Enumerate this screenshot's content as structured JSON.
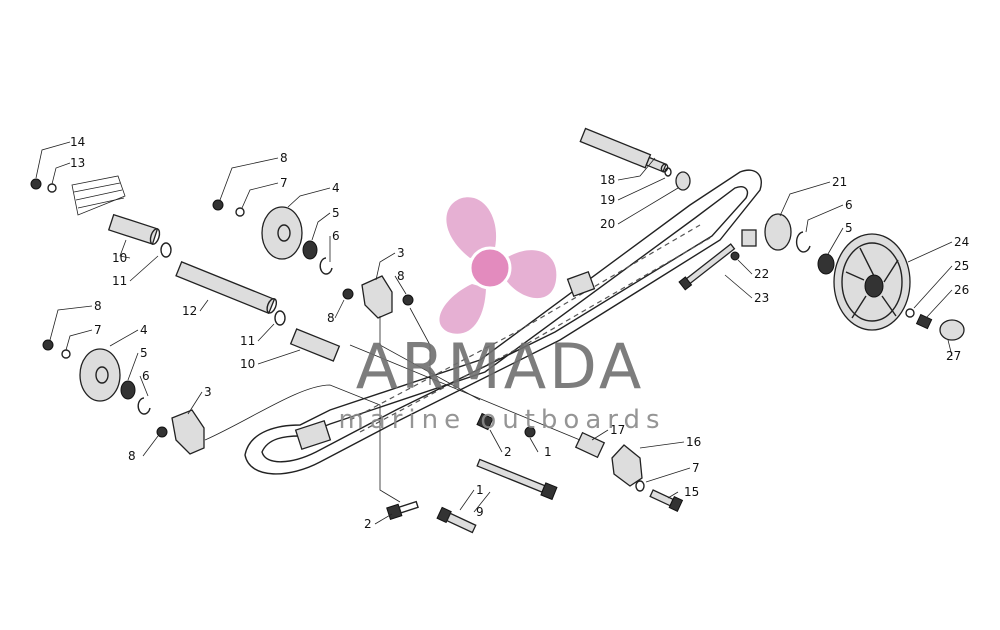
{
  "watermark": {
    "title": "ARMADA",
    "subtitle": "marine outboards",
    "logo_color": "#e4a8cf",
    "logo_hub_color": "#e07fb8",
    "logo_icon": "propeller-icon"
  },
  "callouts": [
    "14",
    "13",
    "8",
    "7",
    "4",
    "5",
    "6",
    "10",
    "11",
    "12",
    "3",
    "8",
    "8",
    "11",
    "10",
    "8",
    "7",
    "4",
    "5",
    "6",
    "3",
    "8",
    "2",
    "1",
    "2",
    "9",
    "1",
    "17",
    "16",
    "7",
    "15",
    "18",
    "19",
    "20",
    "21",
    "6",
    "5",
    "22",
    "23",
    "24",
    "25",
    "26",
    "27"
  ]
}
